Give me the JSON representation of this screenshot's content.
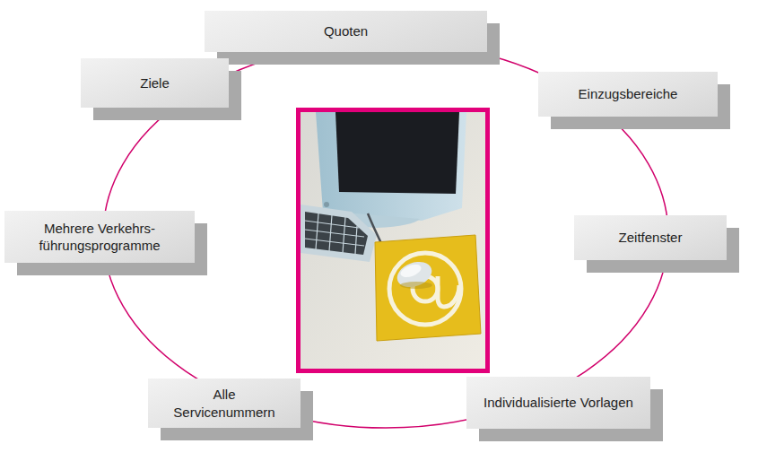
{
  "diagram": {
    "nodes": [
      {
        "text": [
          "Quoten"
        ]
      },
      {
        "text": [
          "Einzugsbereiche"
        ]
      },
      {
        "text": [
          "Zeitfenster"
        ]
      },
      {
        "text": [
          "Individualisierte Vorlagen"
        ]
      },
      {
        "text": [
          "Alle Servicenummern"
        ]
      },
      {
        "text": [
          "Mehrere Verkehrs-führungsprogramme"
        ]
      },
      {
        "text": [
          "Ziele"
        ]
      }
    ]
  }
}
